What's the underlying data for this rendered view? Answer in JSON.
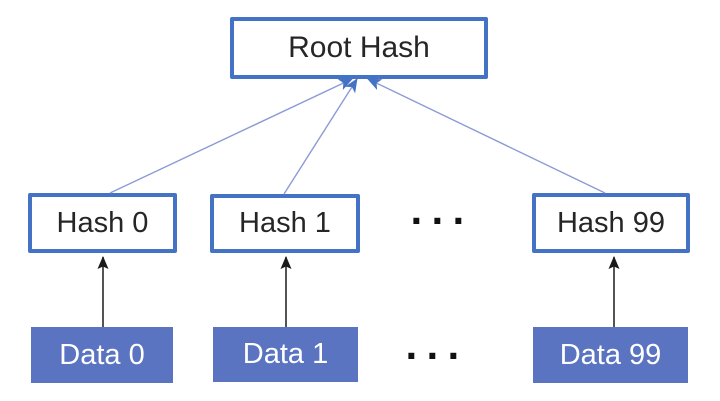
{
  "diagram": {
    "type": "merkle-hash-tree",
    "root": {
      "label": "Root Hash"
    },
    "hash_nodes": [
      {
        "label": "Hash 0"
      },
      {
        "label": "Hash 1"
      },
      {
        "label": "Hash 99"
      }
    ],
    "data_nodes": [
      {
        "label": "Data 0"
      },
      {
        "label": "Data 1"
      },
      {
        "label": "Data 99"
      }
    ],
    "ellipsis": "···",
    "edges": [
      {
        "from": "Hash 0",
        "to": "Root Hash",
        "style": "blue-thin-arrow"
      },
      {
        "from": "Hash 1",
        "to": "Root Hash",
        "style": "blue-thin-arrow"
      },
      {
        "from": "Hash 99",
        "to": "Root Hash",
        "style": "blue-thin-arrow"
      },
      {
        "from": "Data 0",
        "to": "Hash 0",
        "style": "black-arrow"
      },
      {
        "from": "Data 1",
        "to": "Hash 1",
        "style": "black-arrow"
      },
      {
        "from": "Data 99",
        "to": "Hash 99",
        "style": "black-arrow"
      }
    ],
    "colors": {
      "box_border": "#4472C4",
      "data_fill": "#5B74C2",
      "connector_line": "#8C9AD6",
      "connector_arrowhead": "#4472C4",
      "data_arrow": "#1A1A1A",
      "label_text": "#262626",
      "data_label_text": "#FFFFFF",
      "background": "#FFFFFF"
    }
  }
}
